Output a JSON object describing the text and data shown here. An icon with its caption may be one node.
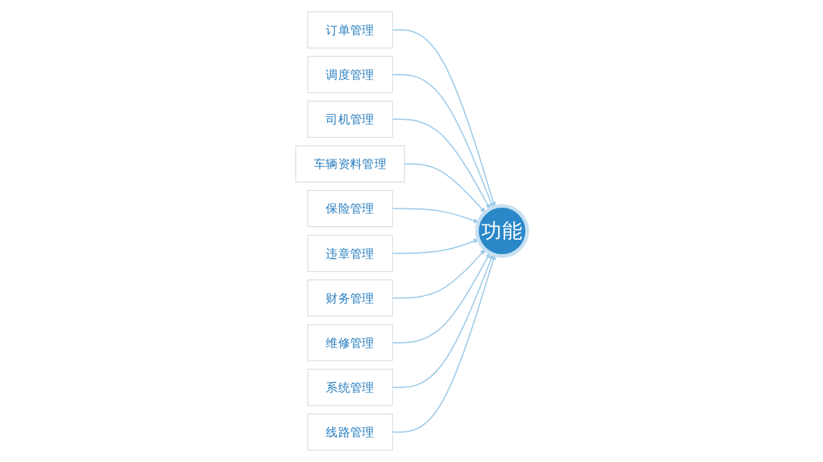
{
  "diagram": {
    "nodes": [
      {
        "text": [
          "订单管理"
        ]
      },
      {
        "text": [
          "调度管理"
        ]
      },
      {
        "text": [
          "司机管理"
        ]
      },
      {
        "text": [
          "车辆资料管理"
        ]
      },
      {
        "text": [
          "保险管理"
        ]
      },
      {
        "text": [
          "功能"
        ]
      },
      {
        "text": [
          "违章管理"
        ]
      },
      {
        "text": [
          "财务管理"
        ]
      },
      {
        "text": [
          "维修管理"
        ]
      },
      {
        "text": [
          "系统管理"
        ]
      },
      {
        "text": [
          "线路管理"
        ]
      }
    ],
    "edges": [
      {
        "from": 0,
        "to": 5,
        "arrow": "to"
      },
      {
        "from": 1,
        "to": 5,
        "arrow": "to"
      },
      {
        "from": 2,
        "to": 5,
        "arrow": "to"
      },
      {
        "from": 3,
        "to": 5,
        "arrow": "to"
      },
      {
        "from": 4,
        "to": 5,
        "arrow": "to"
      },
      {
        "from": 6,
        "to": 5,
        "arrow": "to"
      },
      {
        "from": 7,
        "to": 5,
        "arrow": "to"
      },
      {
        "from": 8,
        "to": 5,
        "arrow": "to"
      },
      {
        "from": 9,
        "to": 5,
        "arrow": "to"
      },
      {
        "from": 10,
        "to": 5,
        "arrow": "to"
      }
    ]
  }
}
